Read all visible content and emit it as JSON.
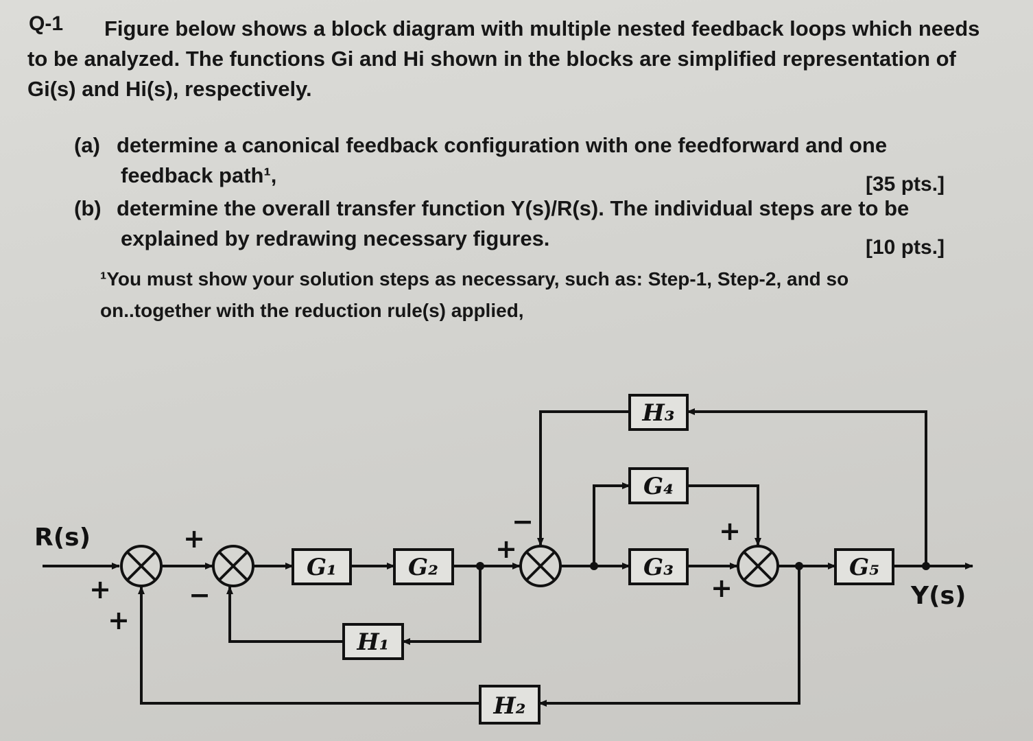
{
  "question": {
    "number": "Q-1",
    "intro": "Figure below shows a block diagram with multiple nested feedback loops which needs to be analyzed. The functions Gi and Hi shown in the blocks are simplified representation of Gi(s) and Hi(s), respectively.",
    "part_a": {
      "label": "(a)",
      "text_line1": "determine a canonical feedback configuration with one feedforward and one",
      "text_line2": "feedback path¹,",
      "points": "[35 pts.]"
    },
    "part_b": {
      "label": "(b)",
      "text_line1": "determine the overall transfer function Y(s)/R(s). The individual steps are to be",
      "text_line2": "explained by redrawing necessary figures.",
      "points": "[10 pts.]"
    },
    "footnote": "¹You must show your solution steps as necessary, such as: Step-1, Step-2, and so on..together with the reduction rule(s) applied,"
  },
  "diagram": {
    "input_label": "R(s)",
    "output_label": "Y(s)",
    "blocks": {
      "G1": "G₁",
      "G2": "G₂",
      "G3": "G₃",
      "G4": "G₄",
      "G5": "G₅",
      "H1": "H₁",
      "H2": "H₂",
      "H3": "H₃"
    },
    "signs": {
      "s1_input": "+",
      "s1_feedback": "+",
      "s2_input": "+",
      "s2_feedback": "−",
      "s3_input": "+",
      "s3_feedback": "−",
      "s4_g4": "+",
      "s4_g3": "+"
    }
  }
}
